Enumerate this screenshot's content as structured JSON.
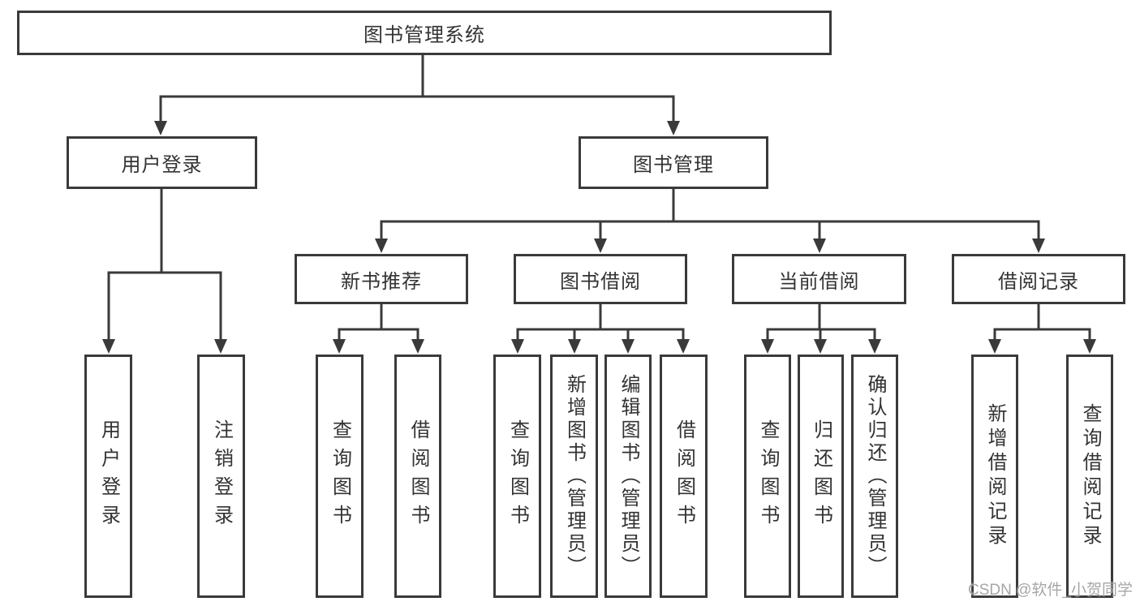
{
  "diagram": {
    "type": "functional-structure-tree",
    "root": {
      "label": "图书管理系统"
    },
    "branches": [
      {
        "label": "用户登录",
        "children": [
          {
            "label": "用户登录"
          },
          {
            "label": "注销登录"
          }
        ]
      },
      {
        "label": "图书管理",
        "children": [
          {
            "label": "新书推荐",
            "children": [
              {
                "label": "查询图书"
              },
              {
                "label": "借阅图书"
              }
            ]
          },
          {
            "label": "图书借阅",
            "children": [
              {
                "label": "查询图书"
              },
              {
                "label": "新增图书（管理员）"
              },
              {
                "label": "编辑图书（管理员）"
              },
              {
                "label": "借阅图书"
              }
            ]
          },
          {
            "label": "当前借阅",
            "children": [
              {
                "label": "查询图书"
              },
              {
                "label": "归还图书"
              },
              {
                "label": "确认归还（管理员）"
              }
            ]
          },
          {
            "label": "借阅记录",
            "children": [
              {
                "label": "新增借阅记录"
              },
              {
                "label": "查询借阅记录"
              }
            ]
          }
        ]
      }
    ]
  },
  "watermark": {
    "text": "CSDN @软件_小贺同学"
  },
  "colors": {
    "line": "#3a3a3a",
    "box_border": "#3a3a3a",
    "text": "#333333",
    "box_background": "#ffffff",
    "watermark": "#9e9e9e"
  }
}
